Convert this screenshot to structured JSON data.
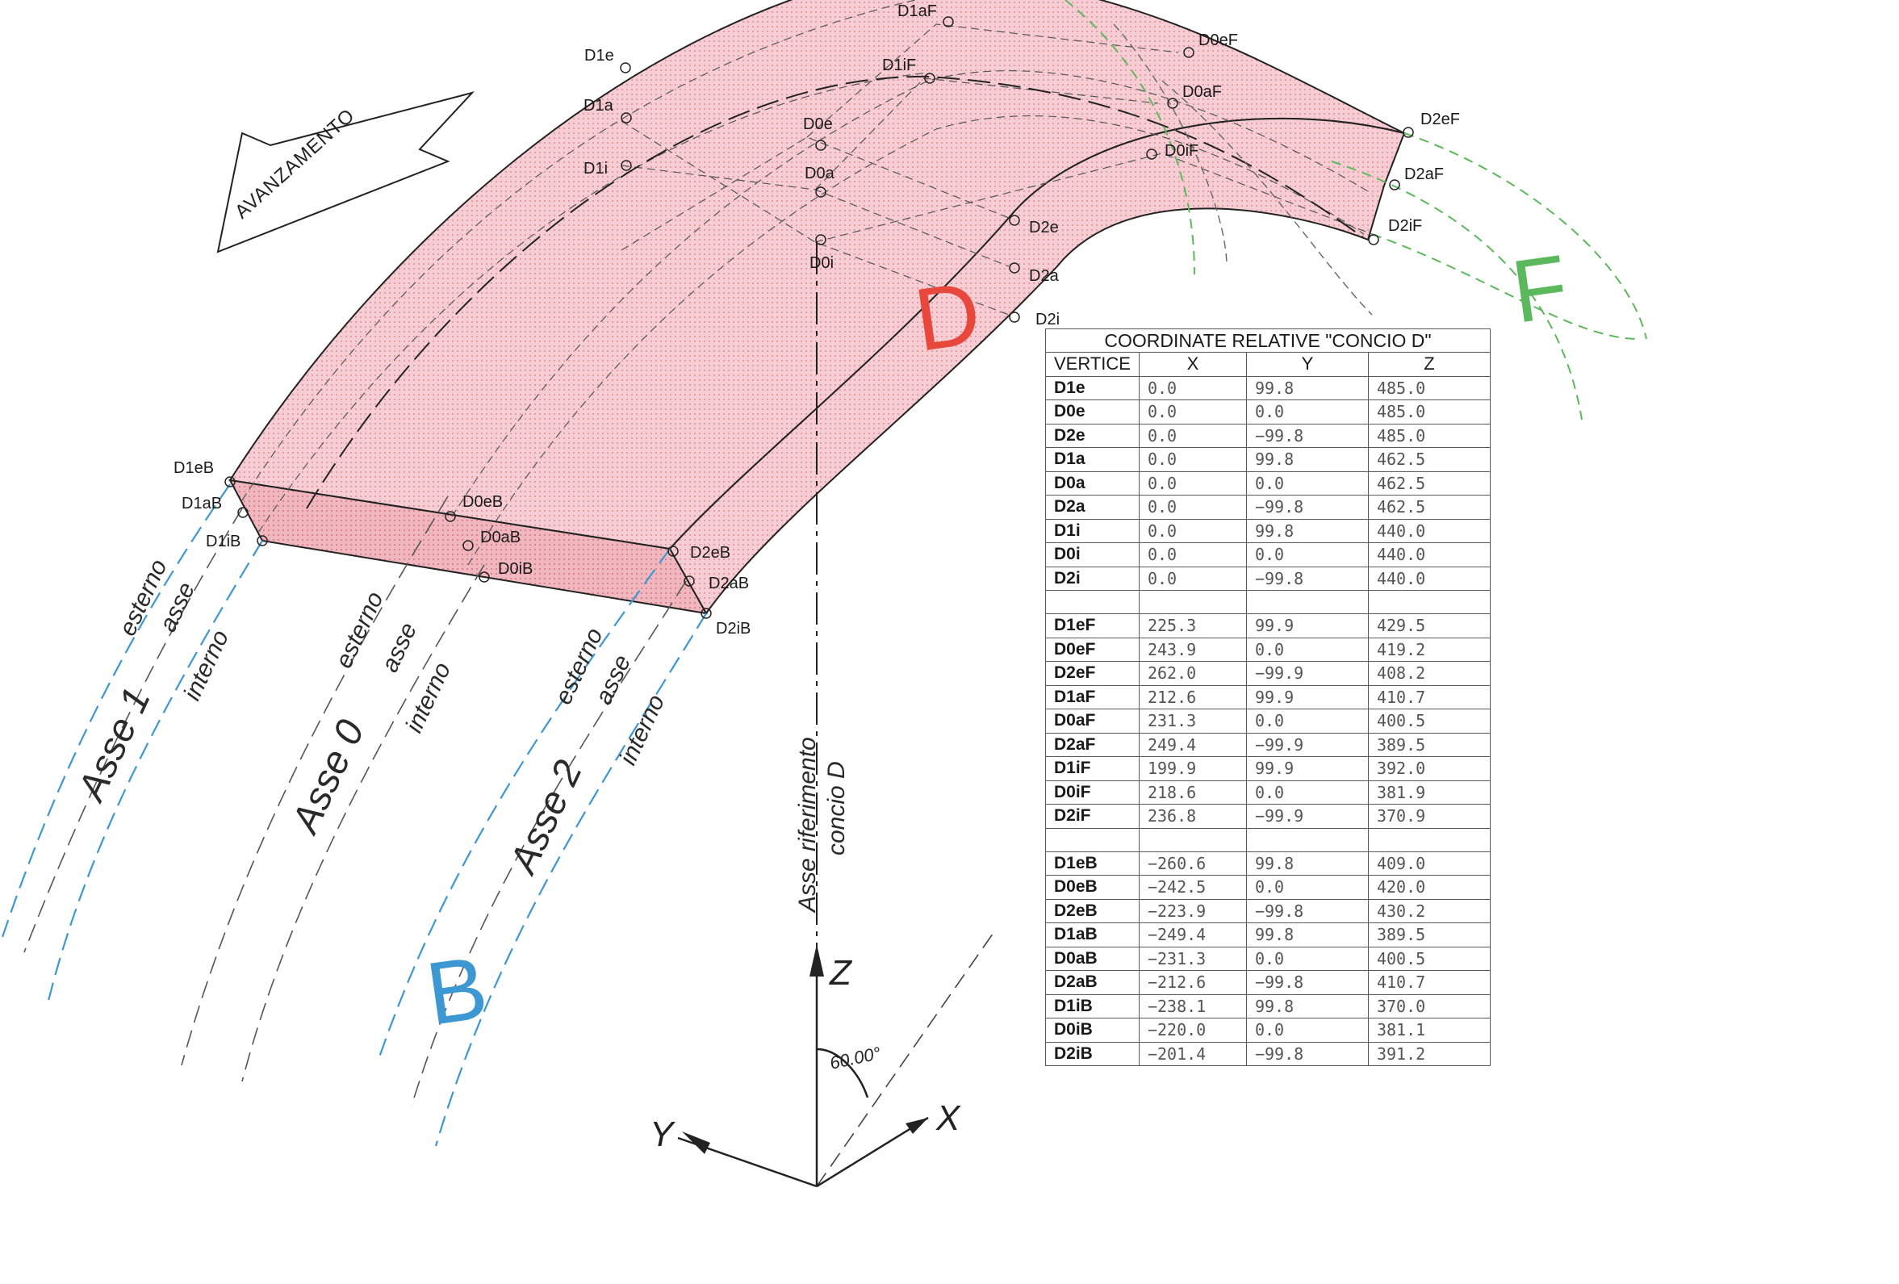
{
  "advance_arrow_label": "AVANZAMENTO",
  "segment_labels": {
    "D": "D",
    "F": "F",
    "B": "B"
  },
  "axis_labels": [
    {
      "name": "Asse 1",
      "outer": "esterno",
      "middle": "asse",
      "inner": "interno"
    },
    {
      "name": "Asse 0",
      "outer": "esterno",
      "middle": "asse",
      "inner": "interno"
    },
    {
      "name": "Asse 2",
      "outer": "esterno",
      "middle": "asse",
      "inner": "interno"
    }
  ],
  "reference_axis": {
    "line1": "Asse riferimento",
    "line2": "concio D"
  },
  "triad": {
    "z": "Z",
    "y": "Y",
    "x": "X",
    "angle": "60.00°"
  },
  "point_labels": {
    "D1aF": "D1aF",
    "D0eF": "D0eF",
    "D1e": "D1e",
    "D1iF": "D1iF",
    "D0aF": "D0aF",
    "D1a": "D1a",
    "D2eF": "D2eF",
    "D0e": "D0e",
    "D0iF": "D0iF",
    "D1i": "D1i",
    "D2aF": "D2aF",
    "D0a": "D0a",
    "D2iF": "D2iF",
    "D2e": "D2e",
    "D0i": "D0i",
    "D2a": "D2a",
    "D2i": "D2i",
    "D1eB": "D1eB",
    "D1aB": "D1aB",
    "D0eB": "D0eB",
    "D1iB": "D1iB",
    "D0aB": "D0aB",
    "D2eB": "D2eB",
    "D0iB": "D0iB",
    "D2aB": "D2aB",
    "D2iB": "D2iB"
  },
  "table": {
    "title": "COORDINATE RELATIVE \"CONCIO D\"",
    "headers": [
      "VERTICE",
      "X",
      "Y",
      "Z"
    ],
    "groups": [
      [
        [
          "D1e",
          "0.0",
          "99.8",
          "485.0"
        ],
        [
          "D0e",
          "0.0",
          "0.0",
          "485.0"
        ],
        [
          "D2e",
          "0.0",
          "−99.8",
          "485.0"
        ],
        [
          "D1a",
          "0.0",
          "99.8",
          "462.5"
        ],
        [
          "D0a",
          "0.0",
          "0.0",
          "462.5"
        ],
        [
          "D2a",
          "0.0",
          "−99.8",
          "462.5"
        ],
        [
          "D1i",
          "0.0",
          "99.8",
          "440.0"
        ],
        [
          "D0i",
          "0.0",
          "0.0",
          "440.0"
        ],
        [
          "D2i",
          "0.0",
          "−99.8",
          "440.0"
        ]
      ],
      [
        [
          "D1eF",
          "225.3",
          "99.9",
          "429.5"
        ],
        [
          "D0eF",
          "243.9",
          "0.0",
          "419.2"
        ],
        [
          "D2eF",
          "262.0",
          "−99.9",
          "408.2"
        ],
        [
          "D1aF",
          "212.6",
          "99.9",
          "410.7"
        ],
        [
          "D0aF",
          "231.3",
          "0.0",
          "400.5"
        ],
        [
          "D2aF",
          "249.4",
          "−99.9",
          "389.5"
        ],
        [
          "D1iF",
          "199.9",
          "99.9",
          "392.0"
        ],
        [
          "D0iF",
          "218.6",
          "0.0",
          "381.9"
        ],
        [
          "D2iF",
          "236.8",
          "−99.9",
          "370.9"
        ]
      ],
      [
        [
          "D1eB",
          "−260.6",
          "99.8",
          "409.0"
        ],
        [
          "D0eB",
          "−242.5",
          "0.0",
          "420.0"
        ],
        [
          "D2eB",
          "−223.9",
          "−99.8",
          "430.2"
        ],
        [
          "D1aB",
          "−249.4",
          "99.8",
          "389.5"
        ],
        [
          "D0aB",
          "−231.3",
          "0.0",
          "400.5"
        ],
        [
          "D2aB",
          "−212.6",
          "−99.8",
          "410.7"
        ],
        [
          "D1iB",
          "−238.1",
          "99.8",
          "370.0"
        ],
        [
          "D0iB",
          "−220.0",
          "0.0",
          "381.1"
        ],
        [
          "D2iB",
          "−201.4",
          "−99.8",
          "391.2"
        ]
      ]
    ]
  },
  "colors": {
    "segment_fill": "#f3c6cc",
    "front_face": "#efb2ba",
    "D": "#e8483c",
    "F": "#5cb85c",
    "B": "#3d97d3",
    "line": "#222222"
  }
}
